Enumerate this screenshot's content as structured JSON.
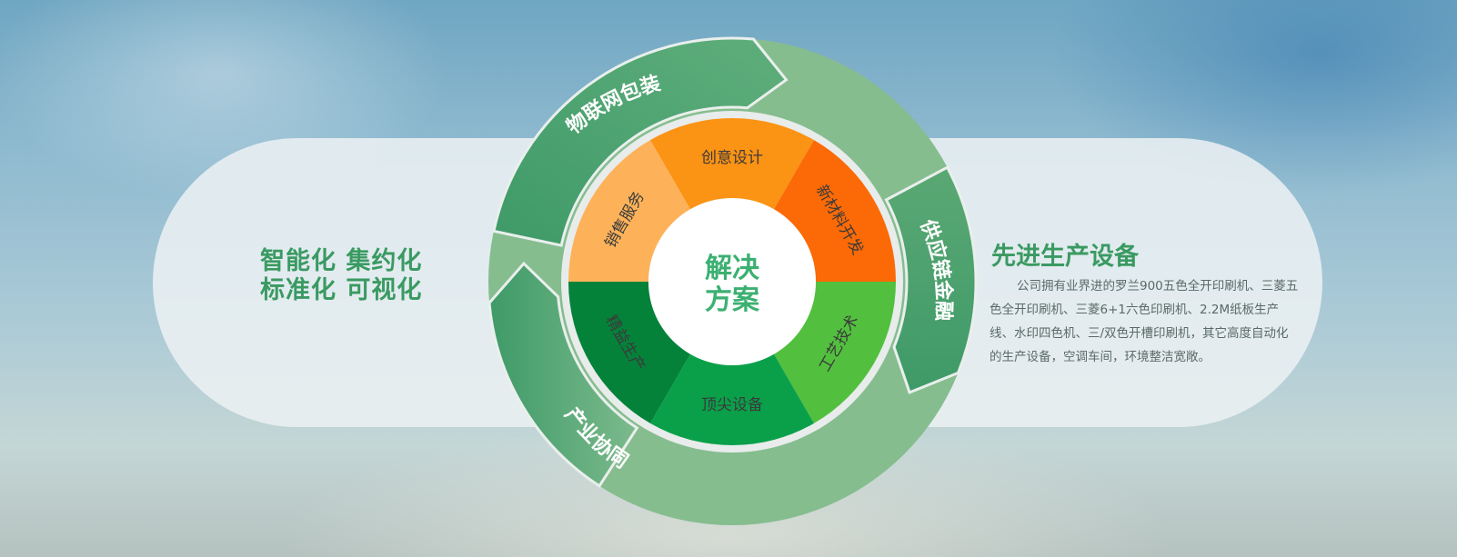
{
  "keywords": {
    "line1": "智能化  集约化",
    "line2": "标准化  可视化"
  },
  "feature": {
    "title": "先进生产设备",
    "description": "公司拥有业界进的罗兰900五色全开印刷机、三菱五色全开印刷机、三菱6+1六色印刷机、2.2M纸板生产线、水印四色机、三/双色开槽印刷机，其它高度自动化的生产设备，空调车间，环境整洁宽敞。"
  },
  "center": {
    "line1": "解决",
    "line2": "方案"
  },
  "outer_ring": {
    "segments": [
      {
        "label": "物联网包装"
      },
      {
        "label": "供应链金融"
      },
      {
        "label": "产业协同"
      }
    ]
  },
  "inner_ring": {
    "sectors": [
      {
        "label": "创意设计",
        "color": "#fb9314"
      },
      {
        "label": "新材料开发",
        "color": "#fb6a06"
      },
      {
        "label": "工艺技术",
        "color": "#52c03e"
      },
      {
        "label": "顶尖设备",
        "color": "#0aa04a"
      },
      {
        "label": "精益生产",
        "color": "#05823a"
      },
      {
        "label": "销售服务",
        "color": "#fdb25a"
      }
    ]
  },
  "colors": {
    "brand_green": "#3a9a62",
    "ring_light": "#86bd8f",
    "ring_dark": "#3e9a68",
    "text_gray": "#5a6a66"
  }
}
